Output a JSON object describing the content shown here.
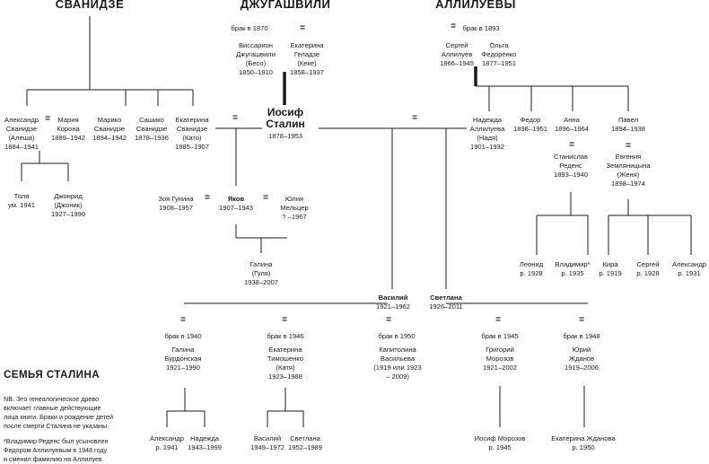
{
  "families": {
    "svanidze": "СВАНИДЗЕ",
    "dzhugashvili": "ДЖУГАШВИЛИ",
    "alliluevy": "АЛЛИЛУЕВЫ"
  },
  "equals_sign": "=",
  "marriage_labels": {
    "parents_dzh": "брак в 1870",
    "parents_all": "брак в 1893",
    "galina": "брак в 1940",
    "ekaterina_t": "брак в 1946",
    "kapitolina": "брак в 1950",
    "morozov": "брак в 1945",
    "zhdanov": "брак в 1948"
  },
  "people": {
    "alexander_s": {
      "name": "Александр\nСванидзе\n(Алеша)",
      "dates": "1884–1941"
    },
    "maria": {
      "name": "Мария\nКорона",
      "dates": "1889–1942"
    },
    "mariko": {
      "name": "Марико\nСванидзе",
      "dates": "1894–1942"
    },
    "sashiko": {
      "name": "Сашико\nСванидзе",
      "dates": "1878–1936"
    },
    "ekaterina_s": {
      "name": "Екатерина\nСванидзе",
      "dates": "(Като)\n1885–1907"
    },
    "tolya": {
      "name": "Толя",
      "dates": "ум. 1941"
    },
    "dzhonrid": {
      "name": "Джонрид\n(Джоник)",
      "dates": "1927–1990"
    },
    "vissarion": {
      "name": "Виссарион\nДжугашвили\n(Бесо)",
      "dates": "1850–1910"
    },
    "ekaterina_g": {
      "name": "Екатерина\nГеладзе\n(Кеке)",
      "dates": "1858–1937"
    },
    "stalin": {
      "name": "Иосиф\nСталин",
      "dates": "1878–1953"
    },
    "zoya": {
      "name": "Зоя Гунина",
      "dates": "1908–1957"
    },
    "yakov": {
      "name": "Яков",
      "dates": "1907–1943"
    },
    "yulia": {
      "name": "Юлия\nМельцер",
      "dates": "? –1967"
    },
    "galina_yak": {
      "name": "Галина\n(Гуля)",
      "dates": "1938–2007"
    },
    "sergey_a": {
      "name": "Сергей\nАллилуев",
      "dates": "1866–1945"
    },
    "olga": {
      "name": "Ольга\nФедоренко",
      "dates": "1877–1951"
    },
    "nadezhda": {
      "name": "Надежда\nАллилуева\n(Надя)",
      "dates": "1901–1932"
    },
    "fedor": {
      "name": "Федор",
      "dates": "1898–1951"
    },
    "anna": {
      "name": "Анна",
      "dates": "1896–1964"
    },
    "pavel": {
      "name": "Павел",
      "dates": "1894–1938"
    },
    "stanislav": {
      "name": "Станислав\nРеденс",
      "dates": "1893–1940"
    },
    "evgenia": {
      "name": "Евгения\nЗемляницына\n(Женя)",
      "dates": "1898–1974"
    },
    "leonid": {
      "name": "Леонид",
      "dates": "р. 1928"
    },
    "vladimir": {
      "name": "Владимир*",
      "dates": "р. 1935"
    },
    "kira": {
      "name": "Кира",
      "dates": "р. 1919"
    },
    "sergey_p": {
      "name": "Сергей",
      "dates": "р. 1928"
    },
    "alexander_p": {
      "name": "Александр",
      "dates": "р. 1931"
    },
    "vasily": {
      "name": "Василий",
      "dates": "1921–1962"
    },
    "svetlana": {
      "name": "Светлана",
      "dates": "1926–2011"
    },
    "galina_b": {
      "name": "Галина\nБурдонская",
      "dates": "1921–1990"
    },
    "ekaterina_t": {
      "name": "Екатерина\nТимошенко\n(Катя)",
      "dates": "1923–1988"
    },
    "kapitolina": {
      "name": "Капитолина\nВасильева",
      "dates": "(1919 или 1923\n– 2009)"
    },
    "grigory": {
      "name": "Григорий\nМорозов",
      "dates": "1921–2002"
    },
    "yuri": {
      "name": "Юрий\nЖданов",
      "dates": "1919–2006"
    },
    "alexander_v": {
      "name": "Александр",
      "dates": "р. 1941"
    },
    "nadezhda_v": {
      "name": "Надежда",
      "dates": "1943–1999"
    },
    "vasily_v": {
      "name": "Василий",
      "dates": "1949–1972"
    },
    "svetlana_v": {
      "name": "Светлана",
      "dates": "1952–1989"
    },
    "iosif_m": {
      "name": "Иосиф Морозов",
      "dates": "р. 1945"
    },
    "ekaterina_zh": {
      "name": "Екатерина Жданова",
      "dates": "р. 1950"
    }
  },
  "title": "СЕМЬЯ СТАЛИНА",
  "note": "NB. Это генеалогическое древо\nвключает главные действующие\nлица книги. Браки и рождение детей\nпосле смерти Сталина не указаны.",
  "footnote": "*Владимир Реденс был усыновлен\nФедором Аллилуевым в 1948 году\nи сменил фамилию на Аллилуев."
}
